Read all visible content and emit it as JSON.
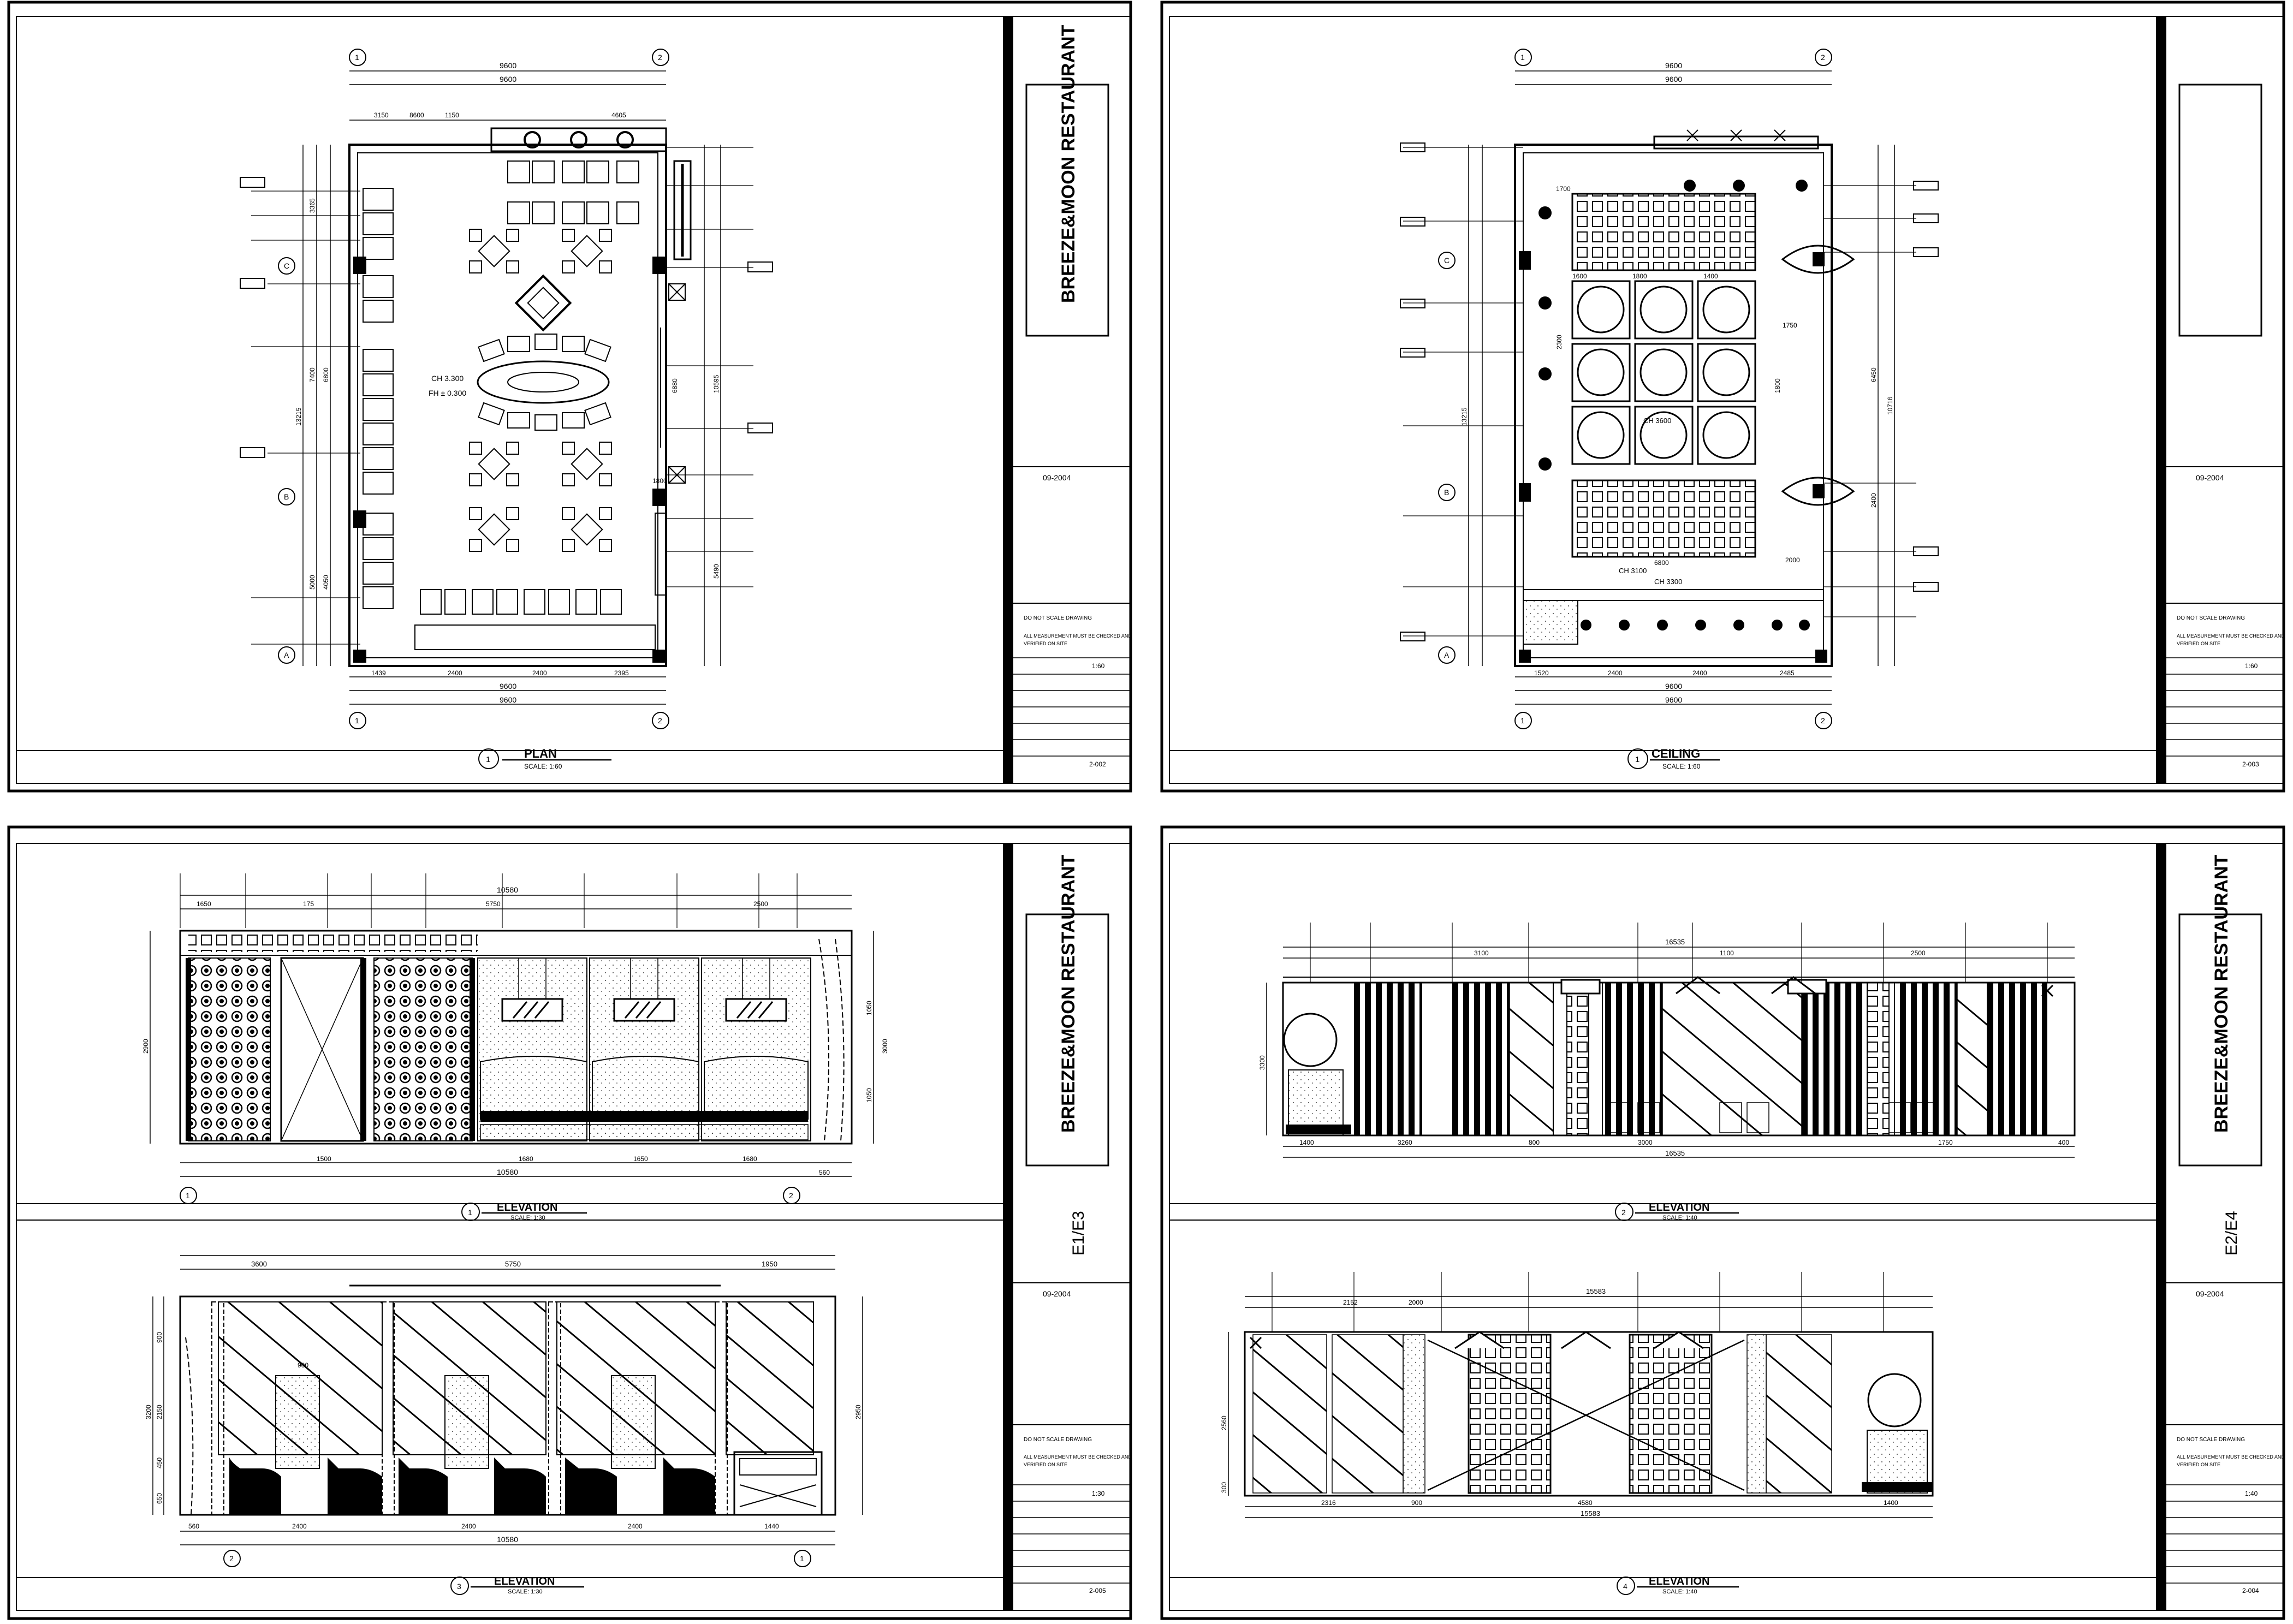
{
  "project": "BREEZE&MOON RESTAURANT",
  "sheets": [
    {
      "id": "plan",
      "caption": "PLAN",
      "scale": "SCALE: 1:60",
      "marker": "1",
      "sheet_no": "2-002",
      "code": "",
      "grid_labels": [
        "1",
        "2",
        "C",
        "B",
        "A"
      ],
      "dims_top": [
        "9600",
        "9600",
        "4605",
        "3150",
        "1150",
        "8600"
      ],
      "dims_bottom": [
        "1439",
        "2400",
        "2400",
        "2395",
        "9600",
        "9600"
      ],
      "dims_side": [
        "13215",
        "7400",
        "6800",
        "3365",
        "5000",
        "4050"
      ],
      "notes": [
        "CH 3.300",
        "FH ± 0.300",
        "1800",
        "5490",
        "6880",
        "10595"
      ]
    },
    {
      "id": "ceiling",
      "caption": "CEILING",
      "scale": "SCALE: 1:60",
      "marker": "1",
      "sheet_no": "2-003",
      "code": "",
      "grid_labels": [
        "1",
        "2",
        "C",
        "B",
        "A"
      ],
      "dims_top": [
        "9600",
        "9600",
        "1700",
        "1800",
        "1400",
        "1600"
      ],
      "dims_bottom": [
        "1520",
        "2400",
        "2400",
        "2485",
        "9600",
        "9600"
      ],
      "dims_side": [
        "10716",
        "6450",
        "2400",
        "1800",
        "2300",
        "13215"
      ],
      "notes": [
        "CH 3600",
        "CH 3300",
        "CH 3100",
        "6800",
        "2000",
        "1750"
      ]
    },
    {
      "id": "elev1",
      "caption": "ELEVATION",
      "scale": "SCALE: 1:30",
      "marker": "1",
      "sheet_no": "2-005",
      "code": "E1/E3",
      "grid_labels": [
        "1",
        "2"
      ],
      "dims_top": [
        "10580",
        "1650",
        "5750",
        "2500",
        "175"
      ],
      "dims_bottom": [
        "1500",
        "1680",
        "1650",
        "1680",
        "10580",
        "560"
      ],
      "dims_side": [
        "2900",
        "1050",
        "1050",
        "3000"
      ],
      "notes": [
        "ELEVATION",
        "SCALE: 1:30"
      ]
    },
    {
      "id": "elev2",
      "caption": "ELEVATION",
      "scale": "SCALE: 1:30",
      "marker": "3",
      "sheet_no": "",
      "code": "",
      "grid_labels": [
        "2",
        "1"
      ],
      "dims_top": [
        "5750",
        "3600",
        "1950"
      ],
      "dims_bottom": [
        "560",
        "2400",
        "2400",
        "2400",
        "1440",
        "10580"
      ],
      "dims_side": [
        "900",
        "2150",
        "450",
        "650",
        "3200"
      ],
      "notes": [
        "900",
        "2950"
      ]
    },
    {
      "id": "elev3",
      "caption": "ELEVATION",
      "scale": "SCALE: 1:40",
      "marker": "2",
      "sheet_no": "2-004",
      "code": "E2/E4",
      "grid_labels": [],
      "dims_top": [
        "16535",
        "3100",
        "1100",
        "2500"
      ],
      "dims_bottom": [
        "1400",
        "3260",
        "800",
        "3000",
        "1750",
        "16535"
      ],
      "dims_side": [
        "3300",
        "400"
      ],
      "notes": []
    },
    {
      "id": "elev4",
      "caption": "ELEVATION",
      "scale": "SCALE: 1:40",
      "marker": "4",
      "sheet_no": "",
      "code": "",
      "grid_labels": [],
      "dims_top": [
        "15583",
        "2000",
        "2152"
      ],
      "dims_bottom": [
        "2316",
        "4580",
        "900",
        "1400",
        "15583"
      ],
      "dims_side": [
        "2560",
        "300"
      ],
      "notes": []
    }
  ],
  "titleblock": {
    "date": "09-2004",
    "scale_plan": "1:60",
    "scale_elev": "1:30",
    "scale_elev_b": "1:40",
    "sheet_plan": "2-002",
    "sheet_ceiling": "2-003",
    "sheet_elev_a": "2-005",
    "sheet_elev_b": "2-004",
    "note1": "DO NOT SCALE DRAWING",
    "note2": "ALL MEASUREMENT MUST BE CHECKED AND",
    "note3": "VERIFIED ON SITE"
  }
}
